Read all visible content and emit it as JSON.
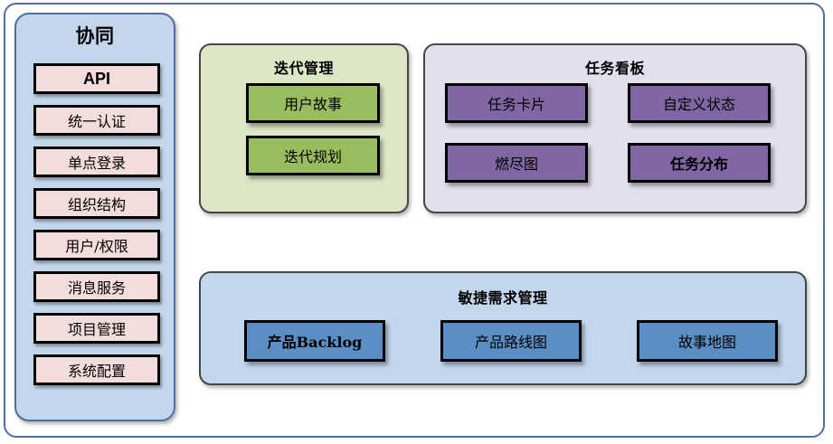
{
  "diagram": {
    "title_implied": "",
    "colors": {
      "outer_frame_border": "#4f6f9e",
      "sidebar_panel_bg": "#c3d6ec",
      "sidebar_item_bg": "#f3dcdc",
      "iteration_panel_bg": "#dde7c6",
      "iteration_box_bg": "#99bc5e",
      "board_panel_bg": "#e4dfec",
      "board_box_bg": "#8067a3",
      "agile_panel_bg": "#c3d6ec",
      "agile_box_bg": "#5b8ec4",
      "box_border": "#000000"
    }
  },
  "sidebar": {
    "title": "协同",
    "items": [
      {
        "label": "API",
        "bold": true
      },
      {
        "label": "统一认证",
        "bold": false
      },
      {
        "label": "单点登录",
        "bold": false
      },
      {
        "label": "组织结构",
        "bold": false
      },
      {
        "label": "用户/权限",
        "bold": false
      },
      {
        "label": "消息服务",
        "bold": false
      },
      {
        "label": "项目管理",
        "bold": false
      },
      {
        "label": "系统配置",
        "bold": false
      }
    ]
  },
  "iteration_panel": {
    "title": "迭代管理",
    "boxes": [
      {
        "label": "用户故事"
      },
      {
        "label": "迭代规划"
      }
    ]
  },
  "board_panel": {
    "title": "任务看板",
    "boxes": [
      {
        "label": "任务卡片",
        "bold": false
      },
      {
        "label": "自定义状态",
        "bold": false
      },
      {
        "label": "燃尽图",
        "bold": false
      },
      {
        "label": "任务分布",
        "bold": true
      }
    ]
  },
  "agile_panel": {
    "title": "敏捷需求管理",
    "boxes": [
      {
        "label": "产品Backlog",
        "bold": true
      },
      {
        "label": "产品路线图",
        "bold": false
      },
      {
        "label": "故事地图",
        "bold": false
      }
    ]
  }
}
